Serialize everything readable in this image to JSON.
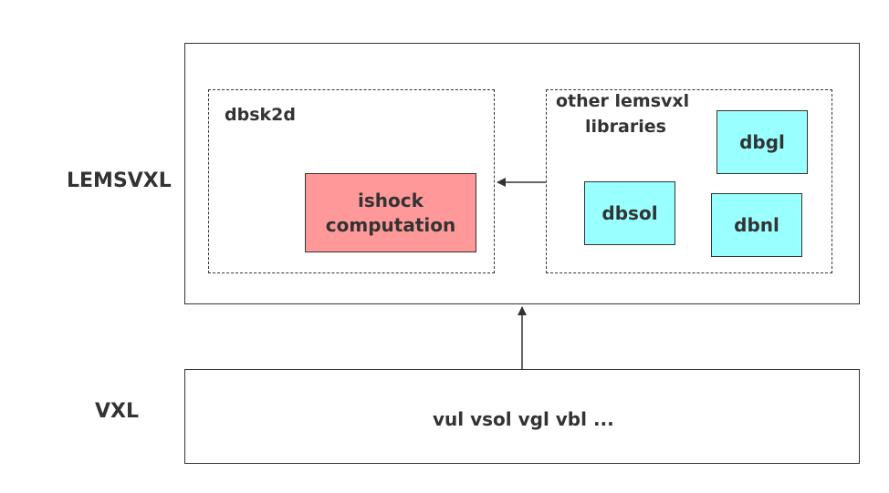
{
  "layers": {
    "lemsvxl_label": "LEMSVXL",
    "vxl_label": "VXL"
  },
  "dbsk2d": {
    "label": "dbsk2d",
    "ishock": {
      "line1": "ishock",
      "line2": "computation"
    }
  },
  "other_libs": {
    "line1": "other lemsvxl",
    "line2": "libraries",
    "items": [
      "dbgl",
      "dbsol",
      "dbnl"
    ]
  },
  "vxl": {
    "libs_text": "vul vsol vgl vbl ..."
  },
  "colors": {
    "ishock_fill": "#ff9999",
    "lib_fill": "#99ffff",
    "stroke": "#333333"
  }
}
